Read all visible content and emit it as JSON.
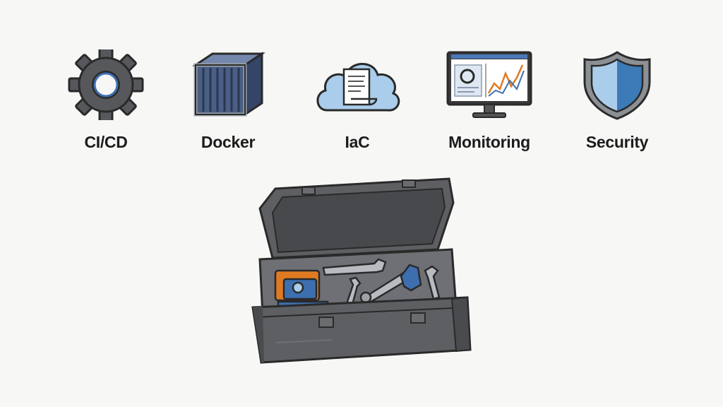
{
  "tools": [
    {
      "label": "CI/CD",
      "icon": "gear-icon"
    },
    {
      "label": "Docker",
      "icon": "container-icon"
    },
    {
      "label": "IaC",
      "icon": "cloud-document-icon"
    },
    {
      "label": "Monitoring",
      "icon": "monitor-chart-icon"
    },
    {
      "label": "Security",
      "icon": "shield-icon"
    }
  ],
  "centerpiece": {
    "icon": "toolbox-icon"
  },
  "colors": {
    "background": "#f7f7f6",
    "outline": "#2a2a2a",
    "gear_fill": "#56585c",
    "container_fill": "#4a5f86",
    "cloud_fill": "#a9cdea",
    "shield_blue": "#3d7ab8",
    "toolbox_fill": "#5d5f63",
    "accent_orange": "#e07a22"
  }
}
